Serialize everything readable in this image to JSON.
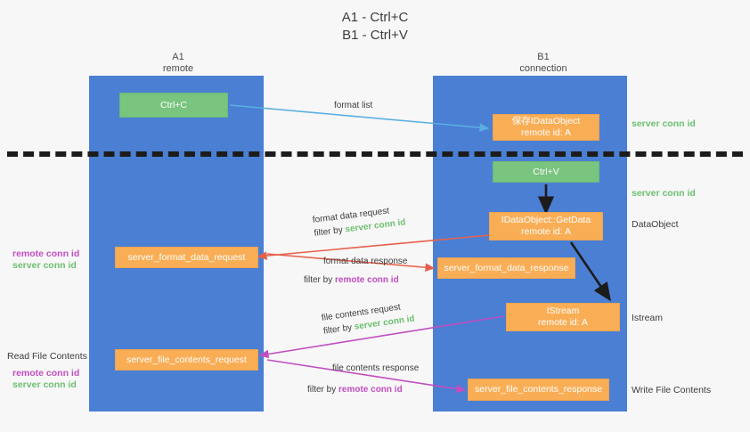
{
  "title": {
    "line1": "A1 - Ctrl+C",
    "line2": "B1 - Ctrl+V"
  },
  "columns": [
    {
      "name": "A1",
      "sub": "remote"
    },
    {
      "name": "B1",
      "sub": "connection"
    }
  ],
  "colors": {
    "lane": "#4a7fd4",
    "green_box": "#79c47f",
    "orange_box": "#f9ae56",
    "server_conn": "#6cc070",
    "remote_conn": "#c14ec1",
    "arrow_blue": "#5aaee0",
    "arrow_red": "#e8604c",
    "arrow_magenta": "#c14ec1",
    "arrow_black": "#1c1c1c",
    "divider": "#1c1c1c"
  },
  "boxes": {
    "ctrl_c": {
      "label": "Ctrl+C"
    },
    "ctrl_v": {
      "label": "Ctrl+V"
    },
    "save_dataobject": {
      "line1": "保存IDataObject",
      "line2": "remote id: A"
    },
    "getdata": {
      "line1": "IDataObject::GetData",
      "line2": "remote id: A"
    },
    "istream": {
      "line1": "IStream",
      "line2": "remote id: A"
    },
    "server_format_data_request": {
      "label": "server_format_data_request"
    },
    "server_format_data_response": {
      "label": "server_format_data_response"
    },
    "server_file_contents_request": {
      "label": "server_file_contents_request"
    },
    "server_file_contents_response": {
      "label": "server_file_contents_response"
    }
  },
  "annotations": {
    "format_list": "format list",
    "format_data_request": {
      "line1": "format data request",
      "prefix": "filter by ",
      "key": "server conn id"
    },
    "format_data_response": {
      "line1": "format data response",
      "prefix": "filter by ",
      "key": "remote conn id"
    },
    "file_contents_request": {
      "line1": "file contents request",
      "prefix": "filter by ",
      "key": "server conn id"
    },
    "file_contents_response": {
      "line1": "file contents response",
      "prefix": "filter by ",
      "key": "remote conn id"
    }
  },
  "side_labels": {
    "right_server_conn_1": "server conn id",
    "right_server_conn_2": "server conn id",
    "right_dataobject": "DataObject",
    "right_istream": "Istream",
    "right_write_file_contents": "Write File Contents",
    "left_remote_conn_1": "remote conn id",
    "left_server_conn_1": "server conn id",
    "left_read_file_contents": "Read File Contents",
    "left_remote_conn_2": "remote conn id",
    "left_server_conn_2": "server conn id"
  }
}
